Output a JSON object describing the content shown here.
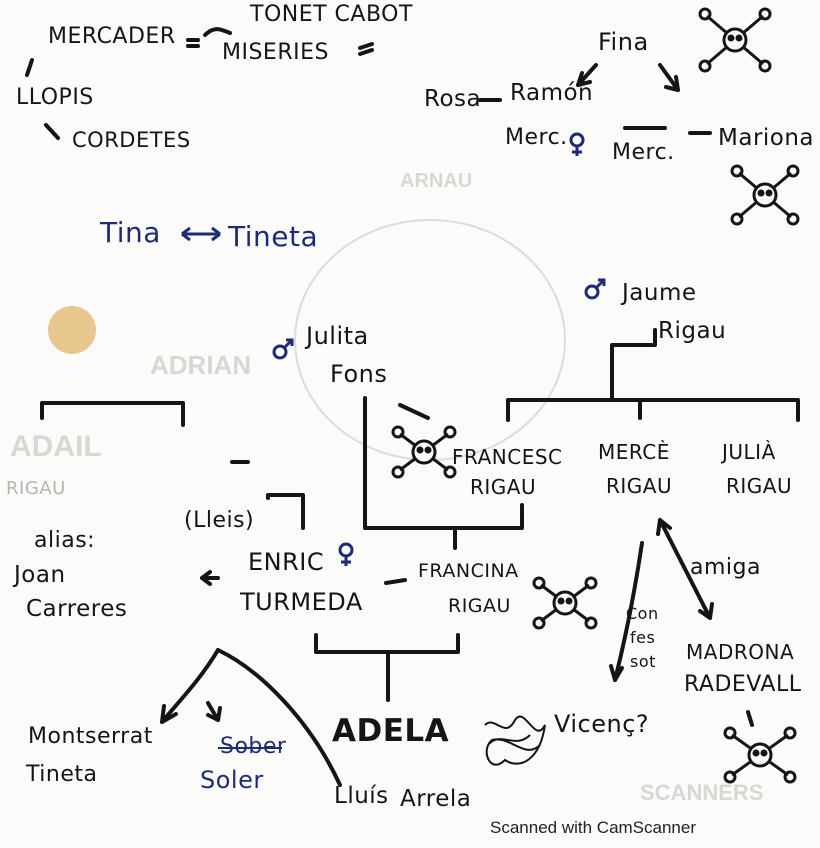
{
  "texts": {
    "mercader": "MERCADER",
    "tonet_cabot": "TONET CABOT",
    "miseries": "MISERIES",
    "llopis": "LLOPIS",
    "cordetes": "CORDETES",
    "fina": "Fina",
    "rosa": "Rosa",
    "ramon": "Ramón",
    "merc_left": "Merc.",
    "merc_right": "Merc.",
    "mariona": "Mariona",
    "tina": "Tina",
    "tineta_top": "Tineta",
    "jaume": "Jaume",
    "rigau_top": "Rigau",
    "julita": "Julita",
    "fons": "Fons",
    "francesc": "FRANCESC",
    "francesc_rigau": "RIGAU",
    "merce": "MERCÈ",
    "merce_rigau": "RIGAU",
    "julia": "JULIÀ",
    "julia_rigau": "RIGAU",
    "rigau_left": "RIGAU",
    "lleis": "(Lleis)",
    "alias": "alias:",
    "joan": "Joan",
    "carreres": "Carreres",
    "enric": "ENRIC",
    "turmeda": "TURMEDA",
    "francina": "FRANCINA",
    "francina_rigau": "RIGAU",
    "con": "Con",
    "fes": "fes",
    "sot": "sot",
    "amiga": "amiga",
    "madrona": "MADRONA",
    "radevall": "RADEVALL",
    "montserrat": "Montserrat",
    "tineta_bottom": "Tineta",
    "sober": "Sober",
    "soler": "Soler",
    "adela": "ADELA",
    "vicenc": "Vicenç?",
    "lluis": "Lluís",
    "arrela": "Arrela",
    "footer": "Scanned with CamScanner"
  },
  "colors": {
    "ink": "#151515",
    "blue_ink": "#1f2a78",
    "paper": "#fbfbf9",
    "dot": "#e7c78e"
  },
  "icons": [
    "skull-and-crossbones-icon",
    "female-symbol-icon",
    "male-symbol-icon",
    "double-arrow-icon",
    "scribble-icon"
  ]
}
